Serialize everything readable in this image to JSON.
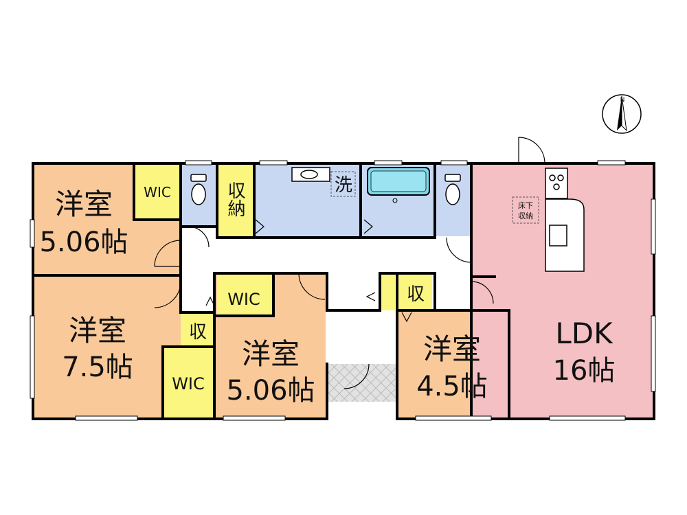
{
  "rooms": {
    "western_nw": {
      "name": "洋室",
      "size": "5.06帖"
    },
    "western_w": {
      "name": "洋室",
      "size": "7.5帖"
    },
    "western_c": {
      "name": "洋室",
      "size": "5.06帖"
    },
    "western_s": {
      "name": "洋室",
      "size": "4.5帖"
    },
    "ldk": {
      "name": "LDK",
      "size": "16帖"
    }
  },
  "storage": {
    "wic": "WIC",
    "closet": "収納",
    "small_closet": "収",
    "washroom": "洗",
    "underfloor_line1": "床下",
    "underfloor_line2": "収納"
  },
  "compass": {
    "north": "N"
  },
  "colors": {
    "western": "#f9c99a",
    "ldk": "#f4c0c4",
    "wet_area": "#c9d8f2",
    "storage": "#fbf680",
    "bath": "#7fd8ea",
    "wall": "#000000"
  }
}
